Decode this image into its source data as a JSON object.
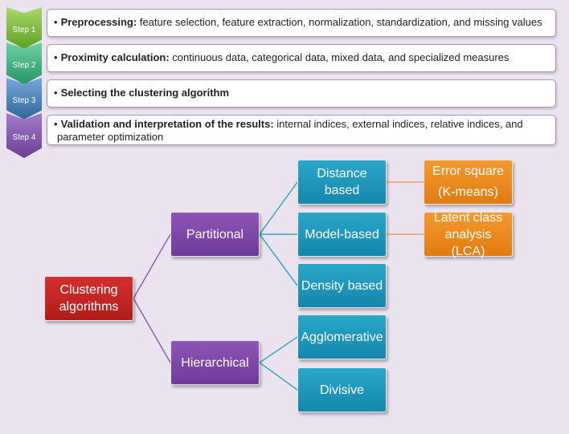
{
  "steps": [
    {
      "label": "Step 1",
      "title": "Preprocessing:",
      "detail": " feature selection, feature extraction, normalization, standardization, and missing values",
      "color": "#7cbf3a"
    },
    {
      "label": "Step 2",
      "title": "Proximity calculation:",
      "detail": " continuous data, categorical data, mixed data, and specialized measures",
      "color": "#3fb37f"
    },
    {
      "label": "Step 3",
      "title": "Selecting the clustering algorithm",
      "detail": "",
      "color": "#4a86bf"
    },
    {
      "label": "Step 4",
      "title": "Validation and interpretation of the results:",
      "detail": " internal indices, external indices, relative indices, and parameter optimization",
      "color": "#8454b0"
    }
  ],
  "tree": {
    "root": "Clustering algorithms",
    "partitional": "Partitional",
    "hierarchical": "Hierarchical",
    "distance": "Distance based",
    "model": "Model-based",
    "density": "Density based",
    "agglomerative": "Agglomerative",
    "divisive": "Divisive",
    "error_square": "Error square",
    "kmeans": "(K-means)",
    "lca": "Latent class analysis (LCA)"
  },
  "colors": {
    "root": "#c0282a",
    "level1": "#7d48a8",
    "level2": "#1f97bd",
    "level3": "#eb8a1f",
    "connector_left": "#8a63b0",
    "connector_right": "#3aa8c8",
    "connector_orange": "#f0a060"
  }
}
